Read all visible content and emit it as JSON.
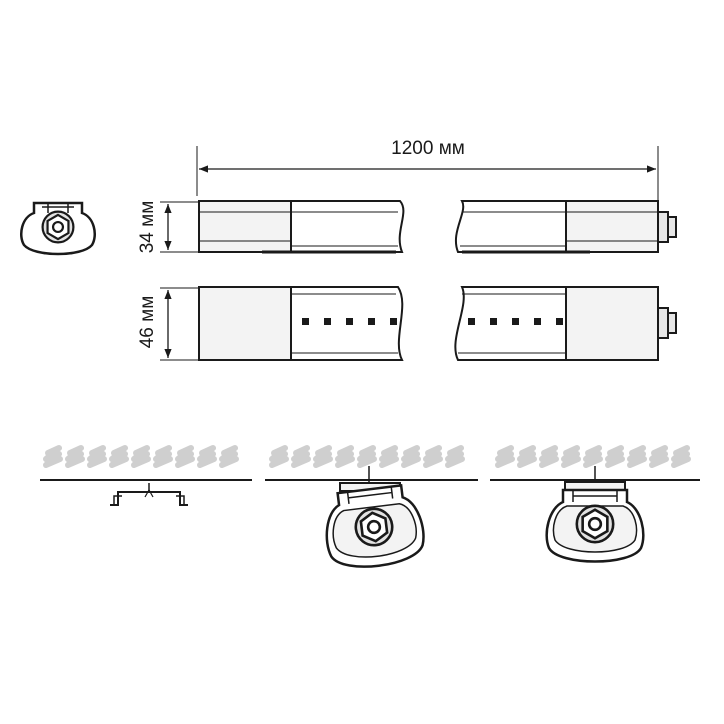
{
  "dimensions": {
    "length": "1200 мм",
    "height_side": "34 мм",
    "height_top": "46 мм"
  },
  "colors": {
    "line": "#1a1a1a",
    "fill_light": "#f1f1f1",
    "fill_mid": "#dcdcdc",
    "hatch": "#cfcfcf"
  },
  "icons": {
    "end_cap": "lamp-end-view-icon",
    "mount_clip": "mounting-bracket-icon",
    "ceiling": "ceiling-hatch-icon"
  }
}
